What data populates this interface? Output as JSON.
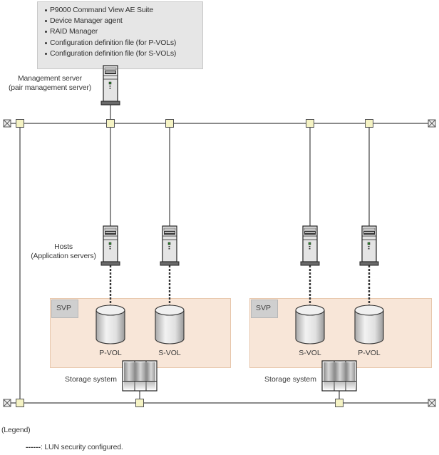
{
  "info_box": {
    "items": [
      "P9000 Command View AE Suite",
      "Device Manager agent",
      "RAID Manager",
      "Configuration definition file (for P-VOLs)",
      "Configuration definition file (for S-VOLs)"
    ]
  },
  "management_server": {
    "label_line1": "Management server",
    "label_line2": "(pair management server)"
  },
  "hosts": {
    "label_line1": "Hosts",
    "label_line2": "(Application servers)"
  },
  "storage_areas": [
    {
      "svp_label": "SVP",
      "volumes": [
        "P-VOL",
        "S-VOL"
      ],
      "storage_label": "Storage system"
    },
    {
      "svp_label": "SVP",
      "volumes": [
        "S-VOL",
        "P-VOL"
      ],
      "storage_label": "Storage system"
    }
  ],
  "legend": {
    "title": "(Legend)",
    "dashed_symbol": "------",
    "dashed_meaning": ": LUN security configured."
  },
  "colors": {
    "node_fill": "#f5f3c4",
    "storage_area_fill": "#f8e6d8",
    "info_box_fill": "#e6e6e6",
    "svp_fill": "#cfcfcf"
  }
}
